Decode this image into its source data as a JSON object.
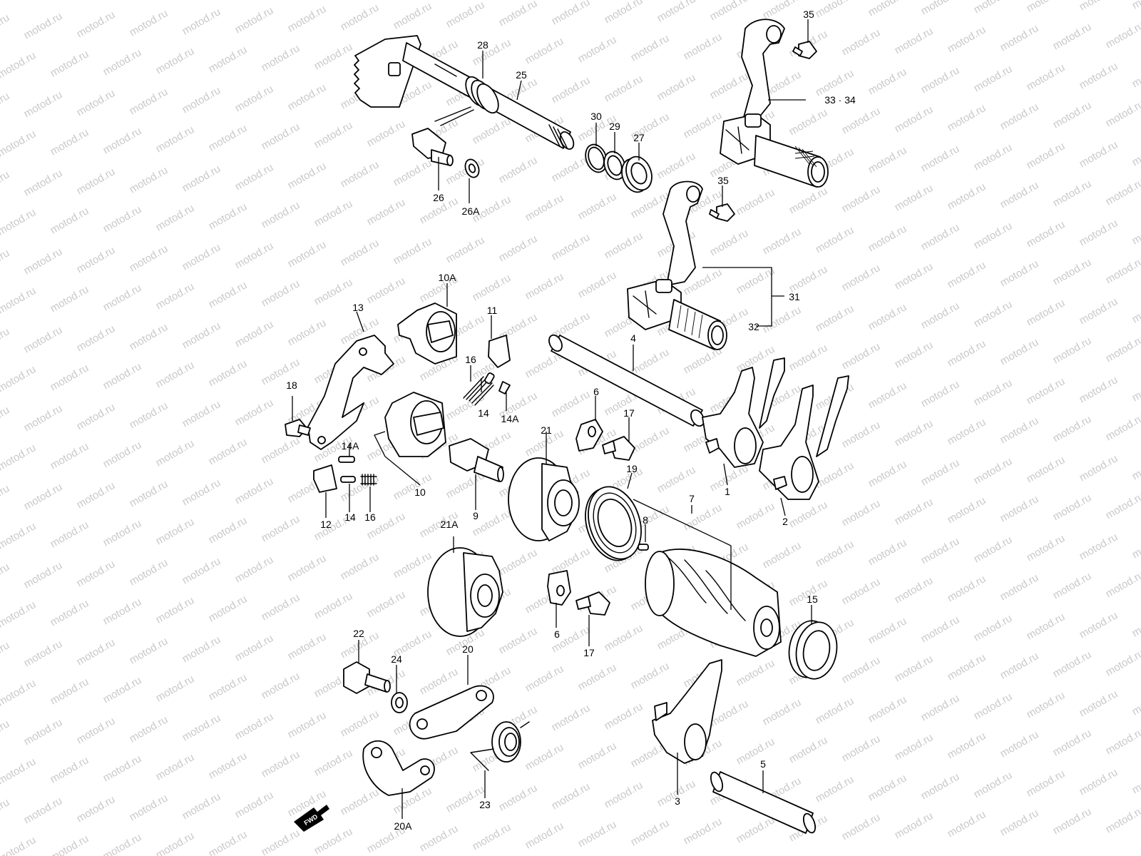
{
  "watermark": "motod.ru",
  "direction_badge": "FWD",
  "callouts": {
    "c1": "1",
    "c2": "2",
    "c3": "3",
    "c4": "4",
    "c5": "5",
    "c6a": "6",
    "c6b": "6",
    "c7": "7",
    "c8": "8",
    "c9": "9",
    "c10": "10",
    "c10A": "10A",
    "c11": "11",
    "c12": "12",
    "c13": "13",
    "c14a": "14",
    "c14b": "14",
    "c14Aa": "14A",
    "c14Ab": "14A",
    "c15": "15",
    "c16a": "16",
    "c16b": "16",
    "c17a": "17",
    "c17b": "17",
    "c18": "18",
    "c19": "19",
    "c20": "20",
    "c20A": "20A",
    "c21": "21",
    "c21A": "21A",
    "c22": "22",
    "c23": "23",
    "c24": "24",
    "c25": "25",
    "c26": "26",
    "c26A": "26A",
    "c27": "27",
    "c28": "28",
    "c29": "29",
    "c30": "30",
    "c31": "31",
    "c32": "32",
    "c3334": "33 · 34",
    "c35a": "35",
    "c35b": "35"
  }
}
